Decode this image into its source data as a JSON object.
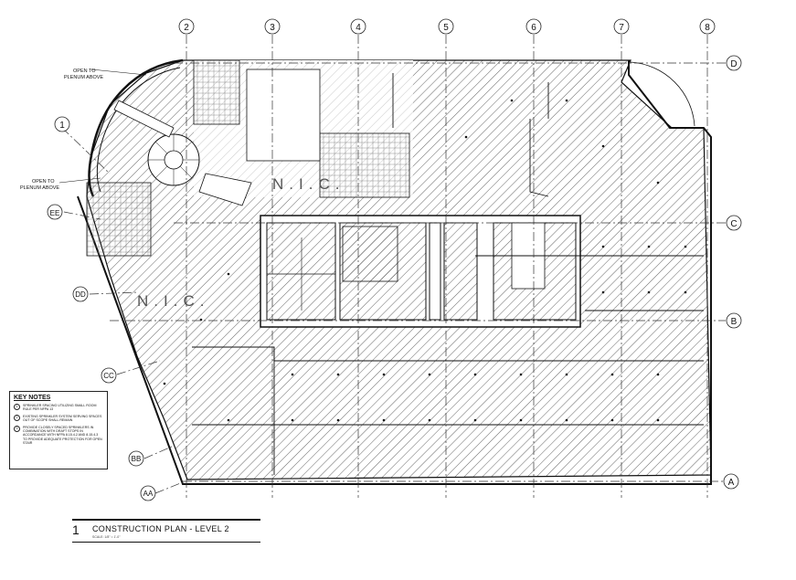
{
  "sheet": {
    "view_number": "1",
    "view_title": "CONSTRUCTION PLAN - LEVEL 2",
    "view_scale": "SCALE: 1/8\" = 1'-0\""
  },
  "grid_columns": [
    "2",
    "3",
    "4",
    "5",
    "6",
    "7",
    "8"
  ],
  "grid_rows": [
    "D",
    "C",
    "B",
    "A"
  ],
  "grid_left": [
    "1",
    "EE",
    "DD",
    "CC",
    "BB",
    "AA"
  ],
  "annotations": {
    "nic_upper": "N.I.C.",
    "nic_lower": "N.I.C.",
    "open_to_plenum_upper_1": "OPEN TO",
    "open_to_plenum_upper_2": "PLENUM ABOVE",
    "open_to_plenum_lower_1": "OPEN TO",
    "open_to_plenum_lower_2": "PLENUM ABOVE"
  },
  "key_notes": {
    "title": "KEY NOTES",
    "items": [
      {
        "num": "1",
        "text": "SPRINKLER SPACING UTILIZING SMALL ROOM RULE PER NFPA 13"
      },
      {
        "num": "2",
        "text": "EXISTING SPRINKLER SYSTEM SERVING SPACES OUT OF SCOPE SHALL REMAIN"
      },
      {
        "num": "3",
        "text": "PROVIDE CLOSELY SPACED SPRINKLERS IN COMBINATION WITH DRAFT STOPS IN ACCORDANCE WITH NFPA 8.15.4.2 AND 8.15.4.3 TO PROVIDE ADEQUATE PROTECTION FOR OPEN STAIR"
      }
    ]
  },
  "colors": {
    "line": "#111111",
    "hatch": "#555555",
    "grid": "#333333"
  }
}
